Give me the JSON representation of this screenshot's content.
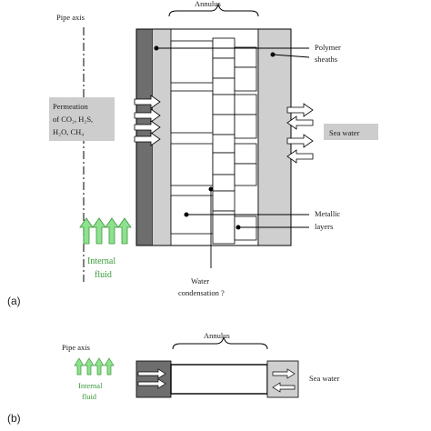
{
  "panel_a": {
    "label": "(a)",
    "pipe_axis": "Pipe axis",
    "annulus": "Annulus",
    "polymer_sheaths_1": "Polymer",
    "polymer_sheaths_2": "sheaths",
    "permeation_1": "Permeation",
    "permeation_2": "of CO₂, H₂S,",
    "permeation_3": "H₂O, CH₄",
    "sea_water": "Sea water",
    "metallic_1": "Metallic",
    "metallic_2": "layers",
    "internal_fluid_1": "Internal",
    "internal_fluid_2": "fluid",
    "water_cond_1": "Water",
    "water_cond_2": "condensation ?"
  },
  "panel_b": {
    "label": "(b)",
    "pipe_axis": "Pipe axis",
    "annulus": "Annulus",
    "internal_fluid_1": "Internal",
    "internal_fluid_2": "fluid",
    "sea_water": "Sea water"
  },
  "colors": {
    "dark_wall": "#6e6e6e",
    "light_wall": "#cfcfcf",
    "label_box": "#cdcdcd",
    "green_arrow": "#8fe08f",
    "green_text": "#3a9a3a"
  }
}
